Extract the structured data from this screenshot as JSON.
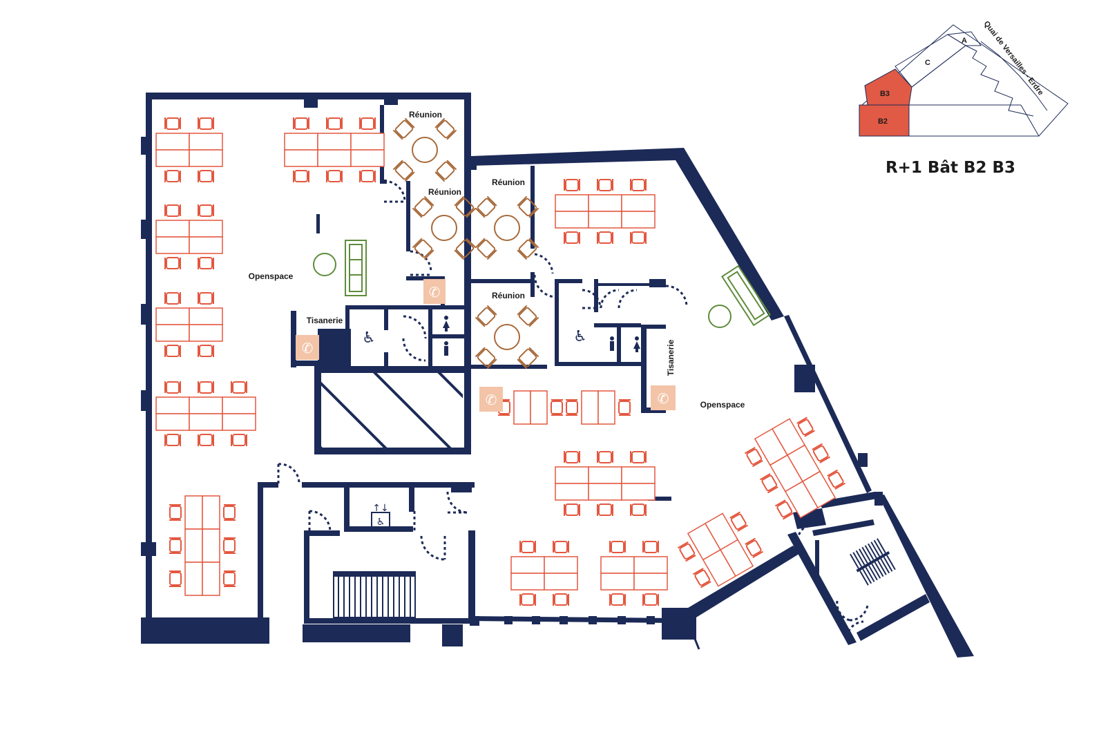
{
  "title": "R+1 Bât B2 B3",
  "key_plan": {
    "labels": [
      "A",
      "B2",
      "B3",
      "C"
    ],
    "street": "Quai de Versailles - Erdre"
  },
  "rooms": {
    "openspace_left": "Openspace",
    "openspace_right": "Openspace",
    "reunion_1": "Réunion",
    "reunion_2": "Réunion",
    "reunion_3": "Réunion",
    "reunion_4": "Réunion",
    "tisanerie_left": "Tisanerie",
    "tisanerie_right": "Tisanerie"
  },
  "icons": {
    "phone": "phone-icon",
    "accessible": "wheelchair-icon",
    "woman": "woman-icon",
    "man": "man-icon",
    "elevator": "elevator-icon"
  },
  "colors": {
    "wall": "#1c2a57",
    "desk": "#e4573f",
    "meeting": "#a86a3a",
    "lounge": "#5e8c3a",
    "phone_booth": "#f3c4a8",
    "highlight": "#e05a45"
  }
}
